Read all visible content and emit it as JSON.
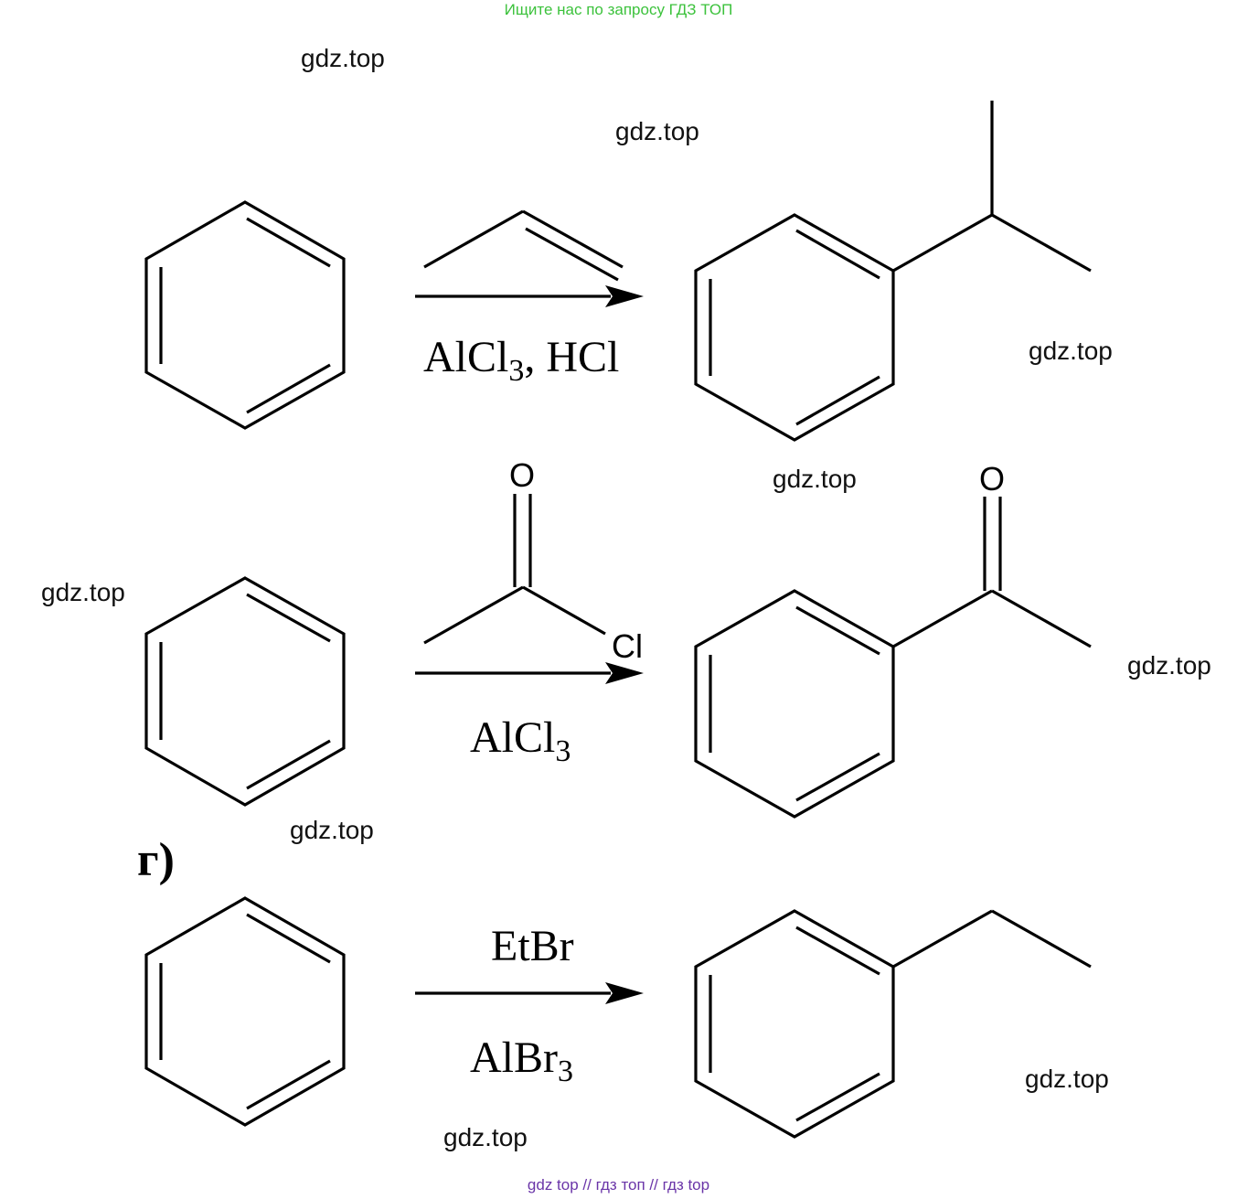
{
  "banner_top": "Ищите нас по запросу ГДЗ ТОП",
  "banner_bottom": "gdz top  //  гдз топ  //  гдз top",
  "watermark": "gdz.top",
  "section_label": "г)",
  "reactions": [
    {
      "reagent_above": "",
      "reagent_below": "AlCl",
      "sub_below": "3",
      "tail_below": ", HCl"
    },
    {
      "reagent_above": "",
      "reagent_below": "AlCl",
      "sub_below": "3",
      "tail_below": ""
    },
    {
      "reagent_above": "EtBr",
      "reagent_below": "AlBr",
      "sub_below": "3",
      "tail_below": ""
    }
  ],
  "atoms": {
    "oxygen": "O",
    "chlorine": "Cl"
  },
  "colors": {
    "banner_top": "#3cc23c",
    "banner_bottom": "#6a35a8"
  }
}
